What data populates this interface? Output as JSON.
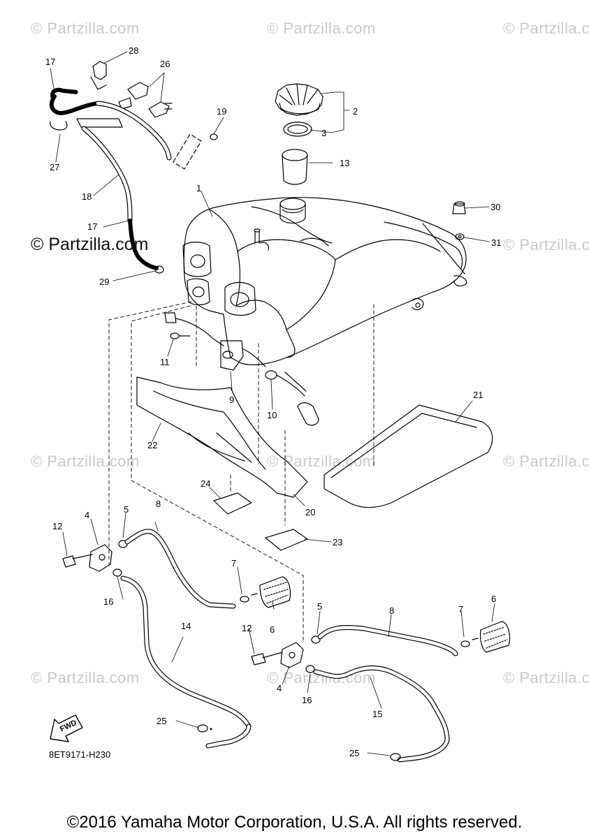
{
  "watermark": {
    "text": "© Partzilla.com",
    "overlay_text": "© Partzilla.com"
  },
  "diagram": {
    "reference_code": "8ET9171-H230",
    "fwd_label": "FWD",
    "callouts": [
      "1",
      "2",
      "3",
      "4",
      "4",
      "5",
      "5",
      "6",
      "6",
      "7",
      "7",
      "8",
      "8",
      "9",
      "10",
      "11",
      "12",
      "12",
      "13",
      "14",
      "15",
      "16",
      "16",
      "17",
      "17",
      "18",
      "19",
      "20",
      "21",
      "22",
      "23",
      "24",
      "25",
      "25",
      "26",
      "27",
      "28",
      "29",
      "30",
      "31"
    ]
  },
  "footer": {
    "copyright": "©2016 Yamaha Motor Corporation, U.S.A. All rights reserved."
  }
}
